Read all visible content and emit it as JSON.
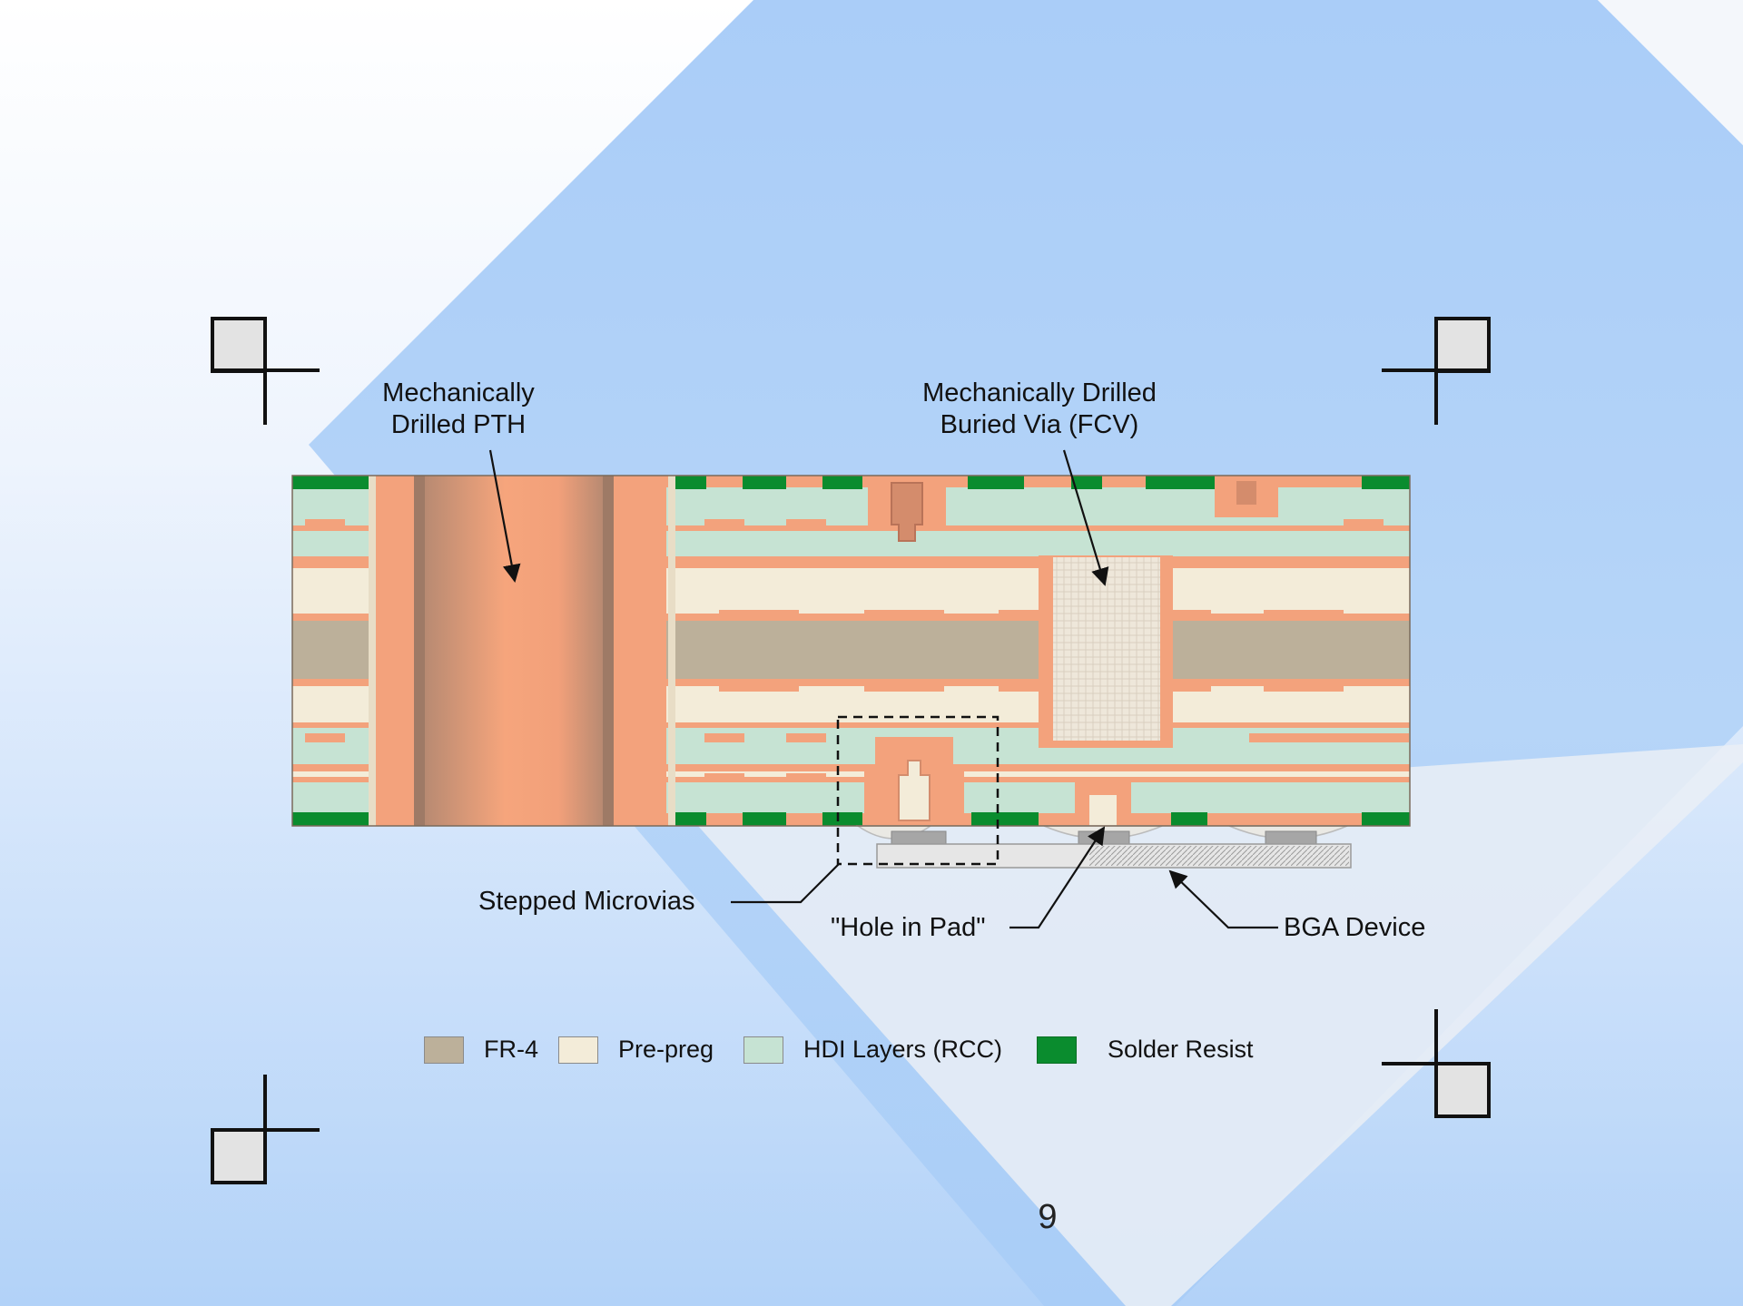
{
  "colors": {
    "fr4": "#bcb09a",
    "prepreg": "#f3ecd9",
    "hdi": "#c6e3d3",
    "solder_resist": "#0a8c2e",
    "copper": "#f3a27c",
    "background_blue": "#a9cdf7"
  },
  "labels": {
    "pth": [
      "Mechanically",
      "Drilled PTH"
    ],
    "buried_via": [
      "Mechanically Drilled",
      "Buried Via (FCV)"
    ],
    "stepped_microvias": "Stepped Microvias",
    "hole_in_pad": "\"Hole in Pad\"",
    "bga_device": "BGA Device"
  },
  "legend": [
    {
      "label": "FR-4",
      "color_key": "fr4"
    },
    {
      "label": "Pre-preg",
      "color_key": "prepreg"
    },
    {
      "label": "HDI Layers (RCC)",
      "color_key": "hdi"
    },
    {
      "label": "Solder Resist",
      "color_key": "solder_resist"
    }
  ],
  "page_number": "9"
}
